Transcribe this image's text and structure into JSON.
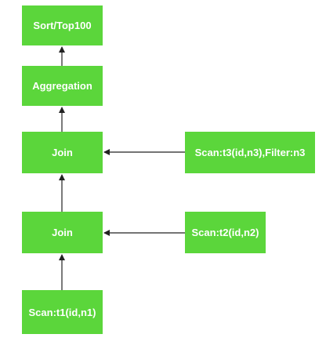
{
  "nodes": {
    "sort": "Sort/Top100",
    "aggregation": "Aggregation",
    "join_upper": "Join",
    "scan_t3": "Scan:t3(id,n3),Filter:n3",
    "join_lower": "Join",
    "scan_t2": "Scan:t2(id,n2)",
    "scan_t1": "Scan:t1(id,n1)"
  },
  "colors": {
    "node_fill": "#5bd63b",
    "node_text": "#ffffff",
    "edge": "#222222"
  }
}
